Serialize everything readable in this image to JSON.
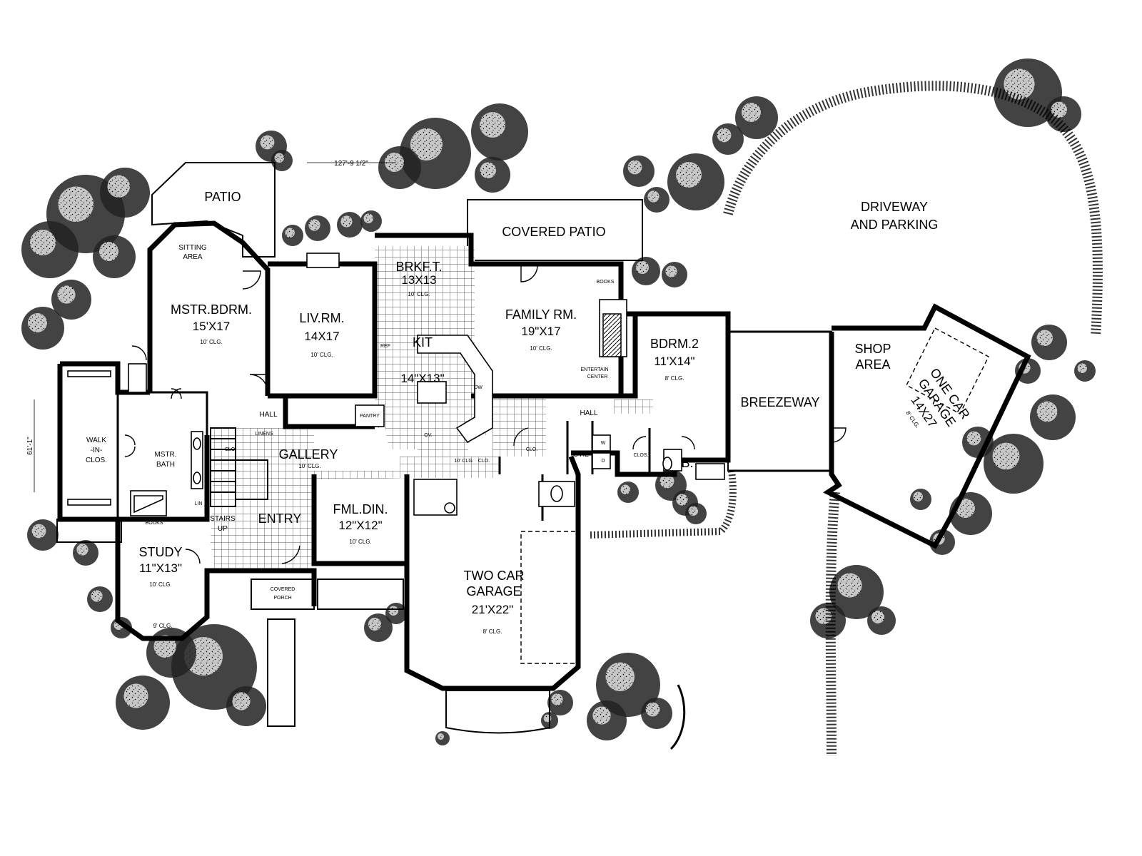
{
  "plan": {
    "overall_width": "127'-9 1/2\"",
    "overall_depth": "61'-1\"",
    "rooms": {
      "patio": "PATIO",
      "sitting_area_1": "SITTING",
      "sitting_area_2": "AREA",
      "master_bedroom": "MSTR.BDRM.",
      "master_bedroom_size": "15'X17",
      "master_bedroom_ceiling": "10' CLG.",
      "living_room": "LIV.RM.",
      "living_room_size": "14X17",
      "living_room_ceiling": "10' CLG.",
      "breakfast": "BRKF.T.",
      "breakfast_size": "13X13",
      "breakfast_ceiling": "10' CLG.",
      "covered_patio": "COVERED PATIO",
      "family_room": "FAMILY RM.",
      "family_room_size": "19\"X17",
      "family_room_ceiling": "10' CLG.",
      "kitchen": "KIT",
      "kitchen_size": "14\"X13\"",
      "bedroom_2": "BDRM.2",
      "bedroom_2_size": "11'X14\"",
      "bedroom_2_ceiling": "8' CLG.",
      "driveway_1": "DRIVEWAY",
      "driveway_2": "AND PARKING",
      "shop_1": "SHOP",
      "shop_2": "AREA",
      "one_car_1": "ONE CAR",
      "one_car_2": "GARAGE",
      "one_car_size": "14X27",
      "one_car_ceiling": "8' CLG.",
      "breezeway": "BREEZEWAY",
      "walk_in_1": "WALK",
      "walk_in_2": "-IN-",
      "walk_in_3": "CLOS.",
      "master_bath_1": "MSTR.",
      "master_bath_2": "BATH",
      "hall_1": "HALL",
      "hall_2": "HALL",
      "linens": "LINENS",
      "gallery": "GALLERY",
      "gallery_ceiling": "10' CLG.",
      "entry": "ENTRY",
      "stairs_up_1": "STAIRS",
      "stairs_up_2": "UP",
      "family_dining": "FML.DIN.",
      "family_dining_size": "12\"X12\"",
      "family_dining_ceiling": "10' CLG.",
      "study": "STUDY",
      "study_size": "11\"X13\"",
      "study_ceiling": "10' CLG.",
      "study_bay_ceiling": "9' CLG.",
      "books": "BOOKS",
      "books_2": "BOOKS",
      "two_car_1": "TWO CAR",
      "two_car_2": "GARAGE",
      "two_car_size": "21'X22\"",
      "two_car_ceiling": "8' CLG.",
      "covered_porch_1": "COVERED",
      "covered_porch_2": "PORCH",
      "entertain_1": "ENTERTAIN",
      "entertain_2": "CENTER",
      "pantry": "PANTRY",
      "clo_1": "CLO.",
      "clo_2": "CLO.",
      "clo_3": "CLO.",
      "clos": "CLOS.",
      "util": "UTIL",
      "bath_b": "B.",
      "wd_w": "W",
      "wd_d": "D",
      "dw": "DW",
      "ov": "OV.",
      "ref": "REF",
      "lin": "LIN",
      "hall_ceiling": "10' CLG."
    }
  }
}
